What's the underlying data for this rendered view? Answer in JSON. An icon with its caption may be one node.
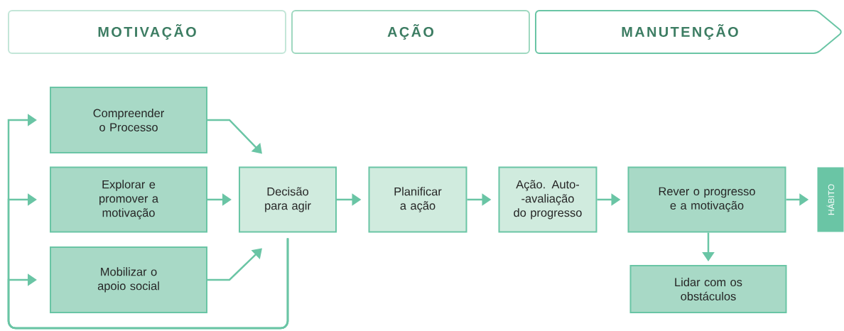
{
  "diagram": {
    "nodes": [
      {
        "text": [
          "MOTIVAÇÃO"
        ]
      },
      {
        "text": [
          "AÇÃO"
        ]
      },
      {
        "text": [
          "MANUTENÇÃO"
        ]
      },
      {
        "text": [
          "Compreender o Processo"
        ]
      },
      {
        "text": [
          "Explorar e promover a motivação"
        ]
      },
      {
        "text": [
          "Mobilizar o apoio social"
        ]
      },
      {
        "text": [
          "Decisão para agir"
        ]
      },
      {
        "text": [
          "Planificar a ação"
        ]
      },
      {
        "text": [
          "Ação. Auto- -avaliação do progresso"
        ]
      },
      {
        "text": [
          "Rever o progresso e a motivação"
        ]
      },
      {
        "text": [
          "Lidar com os obstáculos"
        ]
      },
      {
        "text": [
          "HÁBITO"
        ]
      }
    ],
    "edges": [
      {
        "from": 3,
        "to": 6,
        "arrow": "to"
      },
      {
        "from": 4,
        "to": 6,
        "arrow": "to"
      },
      {
        "from": 5,
        "to": 6,
        "arrow": "to"
      },
      {
        "from": 6,
        "to": 7,
        "arrow": "to"
      },
      {
        "from": 7,
        "to": 8,
        "arrow": "to"
      },
      {
        "from": 8,
        "to": 9,
        "arrow": "to"
      },
      {
        "from": 9,
        "to": 11,
        "arrow": "to"
      },
      {
        "from": 9,
        "to": 10,
        "arrow": "to"
      },
      {
        "from": 6,
        "to": 3,
        "arrow": "to"
      },
      {
        "from": 6,
        "to": 4,
        "arrow": "to"
      },
      {
        "from": 6,
        "to": 5,
        "arrow": "to"
      }
    ]
  }
}
